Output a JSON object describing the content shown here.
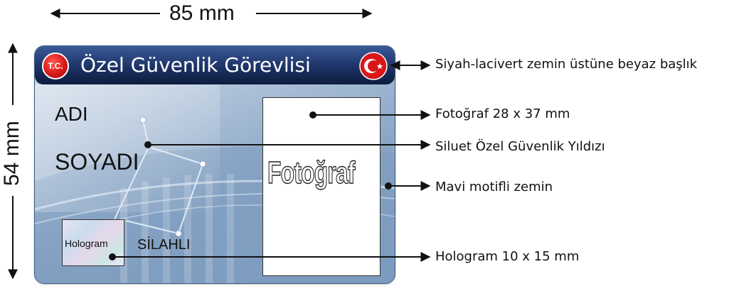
{
  "dimensions": {
    "width": "85 mm",
    "height": "54 mm"
  },
  "card": {
    "tc_badge": "T.C.",
    "title": "Özel Güvenlik Görevlisi",
    "fields": {
      "name": "ADI",
      "surname": "SOYADI",
      "armed": "SİLAHLI"
    },
    "photo_label": "Fotoğraf",
    "hologram_label": "Hologram",
    "colors": {
      "header": "#1d3366",
      "badge": "#d81818",
      "background": "#a9bed6"
    }
  },
  "callouts": [
    {
      "text": "Siyah-lacivert zemin üstüne beyaz başlık"
    },
    {
      "text": "Fotoğraf 28 x 37 mm"
    },
    {
      "text": "Siluet Özel Güvenlik Yıldızı"
    },
    {
      "text": "Mavi motifli zemin"
    },
    {
      "text": "Hologram 10 x 15 mm"
    }
  ]
}
